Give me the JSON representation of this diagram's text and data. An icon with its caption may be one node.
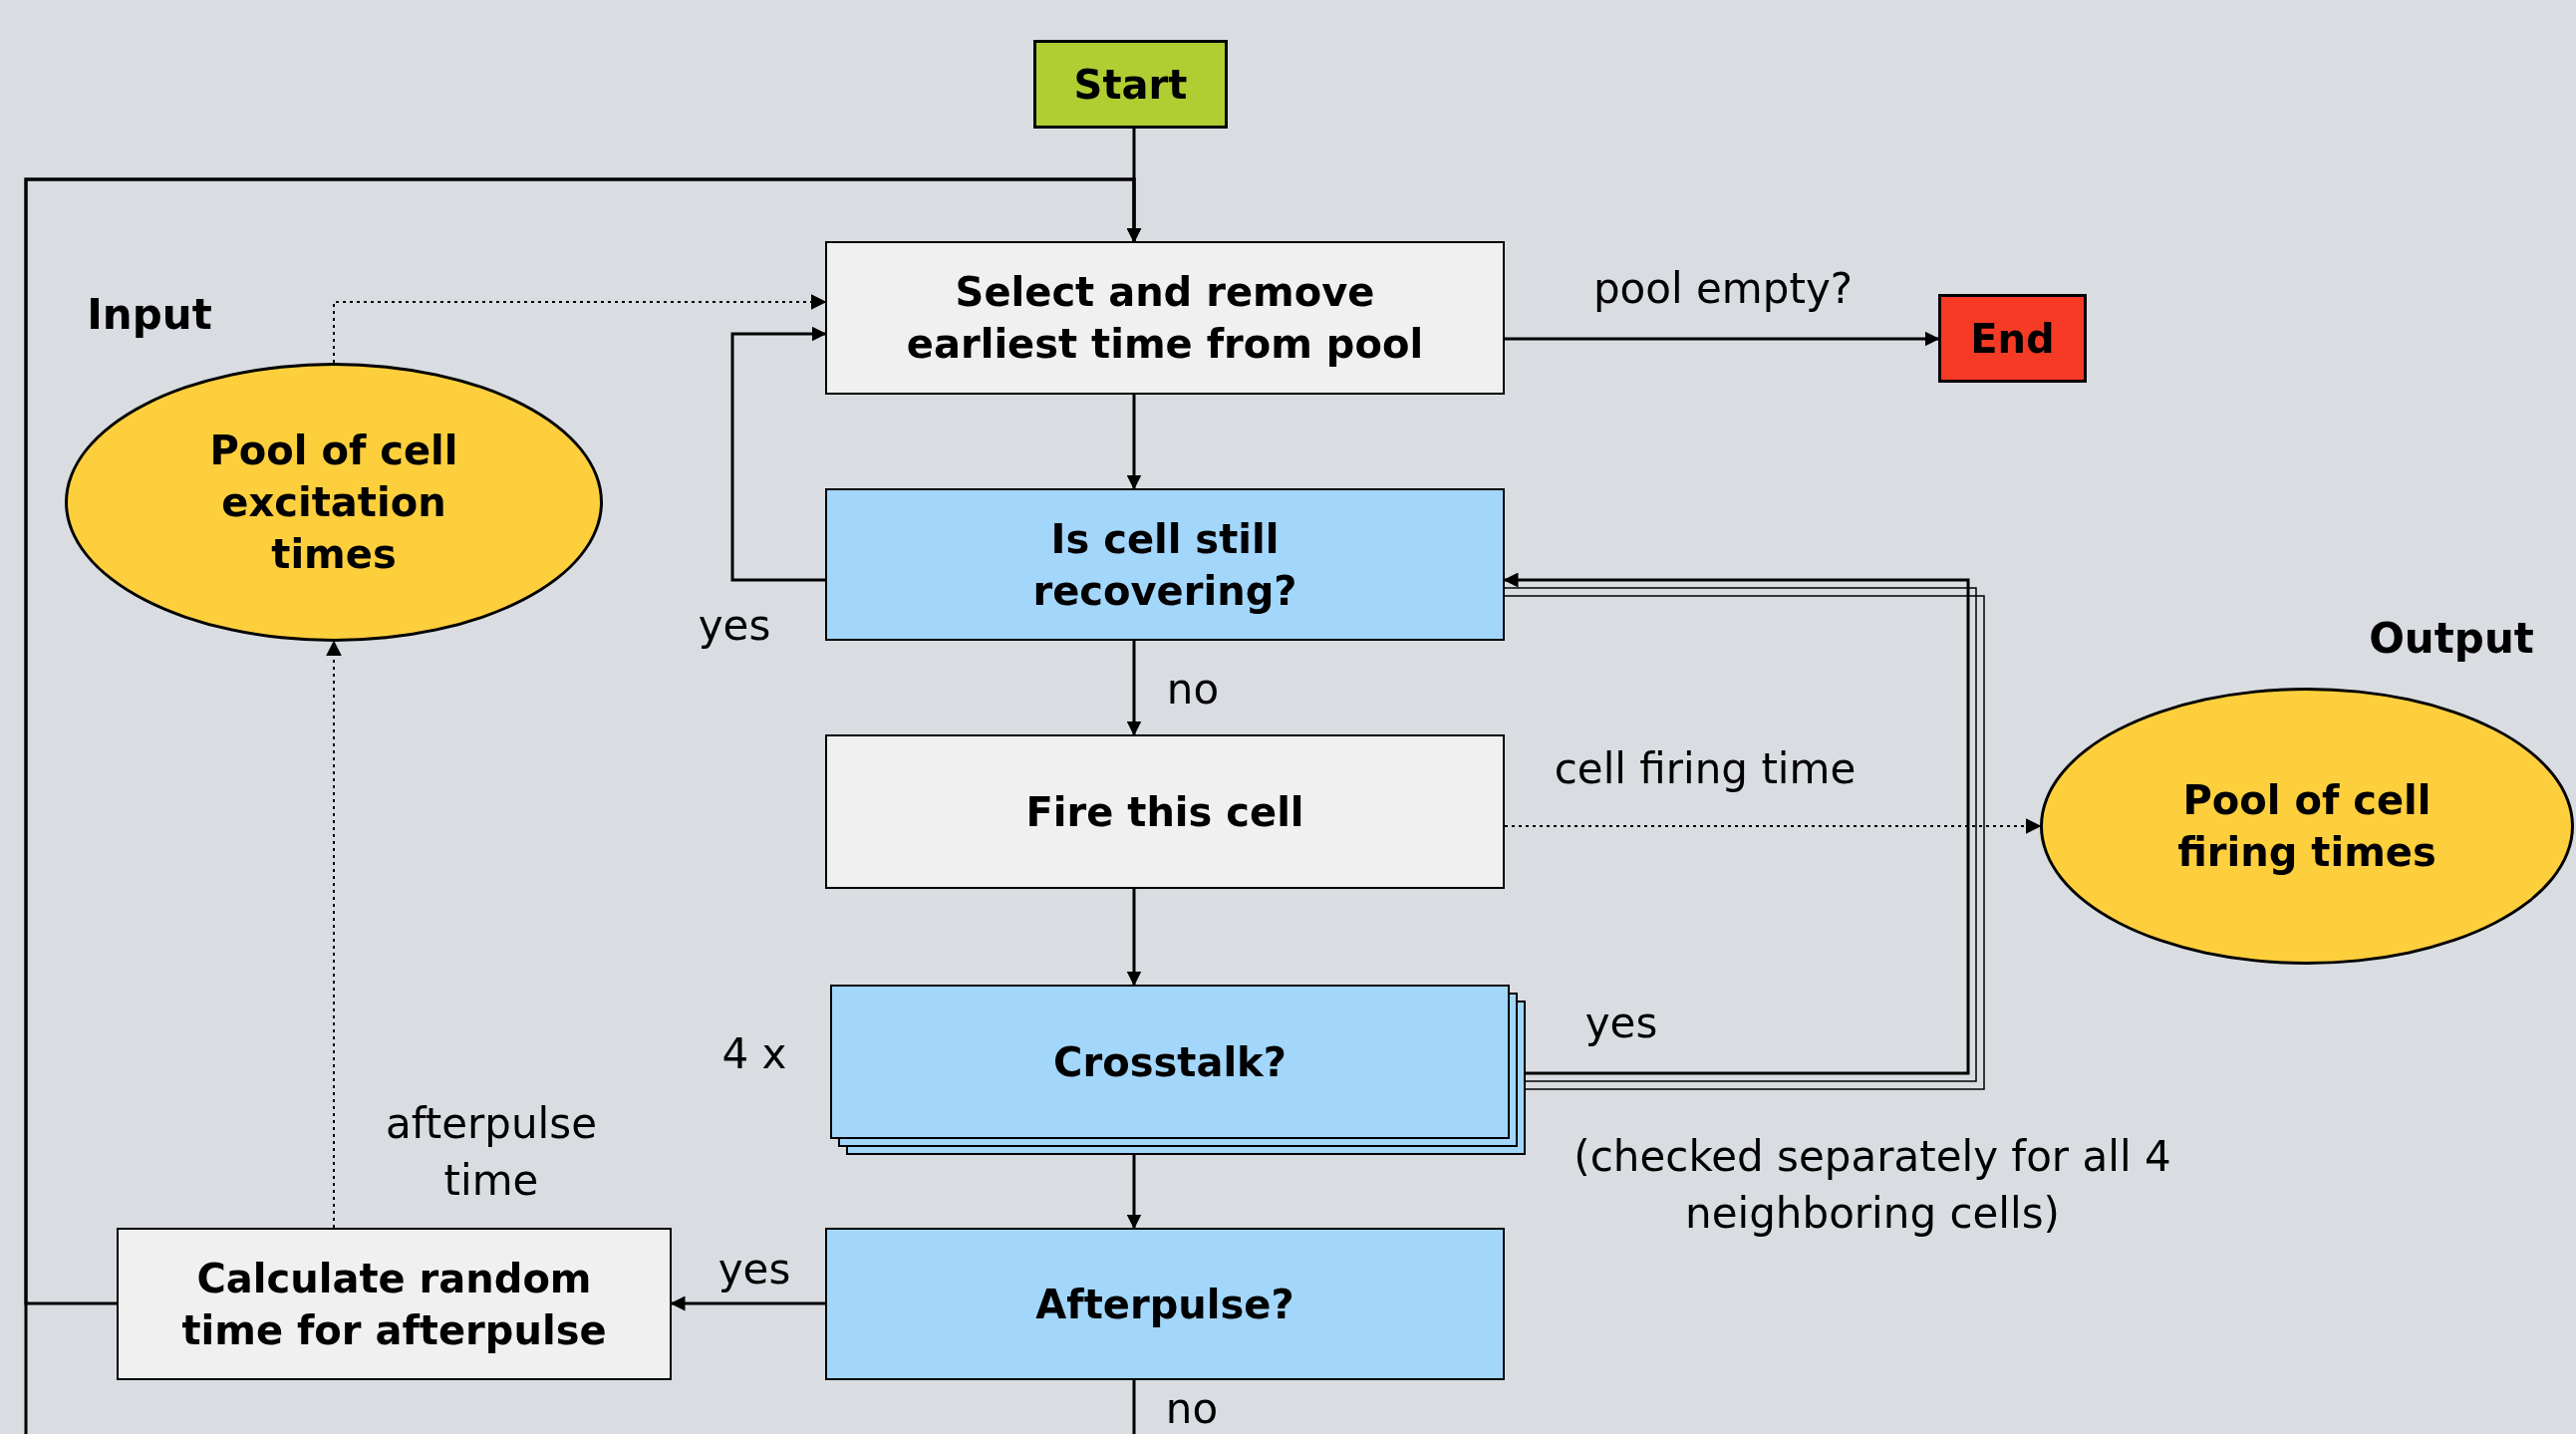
{
  "diagram": {
    "nodes": [
      {
        "text": [
          "Start"
        ]
      },
      {
        "text": [
          "Select and remove earliest time from pool"
        ]
      },
      {
        "text": [
          "End"
        ]
      },
      {
        "text": [
          "Pool of cell excitation times"
        ],
        "beside": [
          "Input"
        ]
      },
      {
        "text": [
          "Is cell still recovering?"
        ]
      },
      {
        "text": [
          "Fire this cell"
        ]
      },
      {
        "text": [
          "Pool of cell firing times"
        ],
        "beside": [
          "Output"
        ]
      },
      {
        "text": [
          "Crosstalk?"
        ]
      },
      {
        "text": [
          "Calculate random time for afterpulse"
        ]
      },
      {
        "text": [
          "Afterpulse?"
        ]
      }
    ],
    "edges": [
      {
        "from": 0,
        "to": 1,
        "arrow": "to"
      },
      {
        "from": 8,
        "to": 1,
        "arrow": "to"
      },
      {
        "from": null,
        "to": 1,
        "arrow": "to"
      },
      {
        "from": 1,
        "to": 2,
        "arrow": "to",
        "label": "pool empty?"
      },
      {
        "from": 3,
        "to": 1,
        "arrow": "to",
        "style": "dashed"
      },
      {
        "from": 1,
        "to": 4,
        "arrow": "to"
      },
      {
        "from": 4,
        "to": 1,
        "arrow": "to",
        "label": "yes"
      },
      {
        "from": 4,
        "to": 5,
        "arrow": "to",
        "label": "no"
      },
      {
        "from": 5,
        "to": 6,
        "arrow": "to",
        "style": "dashed",
        "label": "cell firing time"
      },
      {
        "from": 5,
        "to": 7,
        "arrow": "to"
      },
      {
        "from": 7,
        "to": 4,
        "arrow": "to",
        "label": "yes"
      },
      {
        "from": 7,
        "to": 9,
        "arrow": "to"
      },
      {
        "from": 9,
        "to": 8,
        "arrow": "to",
        "label": "yes"
      },
      {
        "from": 8,
        "to": 3,
        "arrow": "to",
        "style": "dashed",
        "label": "afterpulse time"
      },
      {
        "from": 9,
        "to": null,
        "arrow": "none",
        "label": "no"
      }
    ],
    "labels": [
      "4 x",
      "(checked separately for all 4 neighboring cells)"
    ]
  }
}
